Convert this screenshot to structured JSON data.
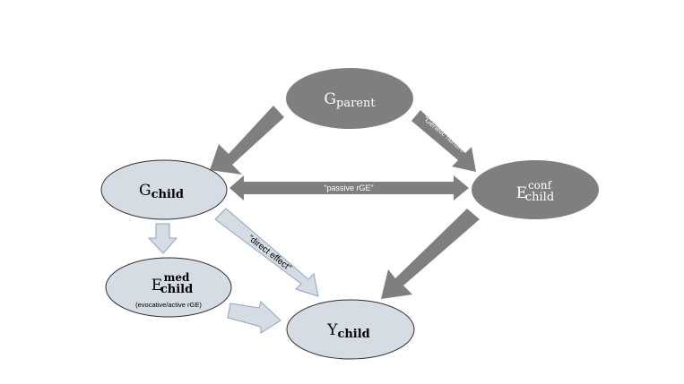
{
  "colors": {
    "dark_node": "#7f7f7f",
    "light_node": "#d6dce4",
    "light_stroke": "#2f2f2f",
    "dark_arrow": "#7f7f7f",
    "light_arrow": "#d6dce4",
    "light_arrow_stroke": "#8ea3c2",
    "dark_text": "#ffffff",
    "light_text": "#000000"
  },
  "nodes": {
    "g_parent": {
      "base": "G",
      "sub": "parent",
      "sup": ""
    },
    "g_child": {
      "base": "G",
      "sub": "child",
      "sup": ""
    },
    "e_conf_child": {
      "base": "E",
      "sub": "child",
      "sup": "conf"
    },
    "e_med_child": {
      "base": "E",
      "sub": "child",
      "sup": "med",
      "note": "(evocative/active rGE)"
    },
    "y_child": {
      "base": "Y",
      "sub": "child",
      "sup": ""
    }
  },
  "edge_labels": {
    "genetic_nurture": "“Genetic nurture”",
    "passive_rge": "“passive rGE”",
    "direct_effect": "“direct effect”"
  }
}
